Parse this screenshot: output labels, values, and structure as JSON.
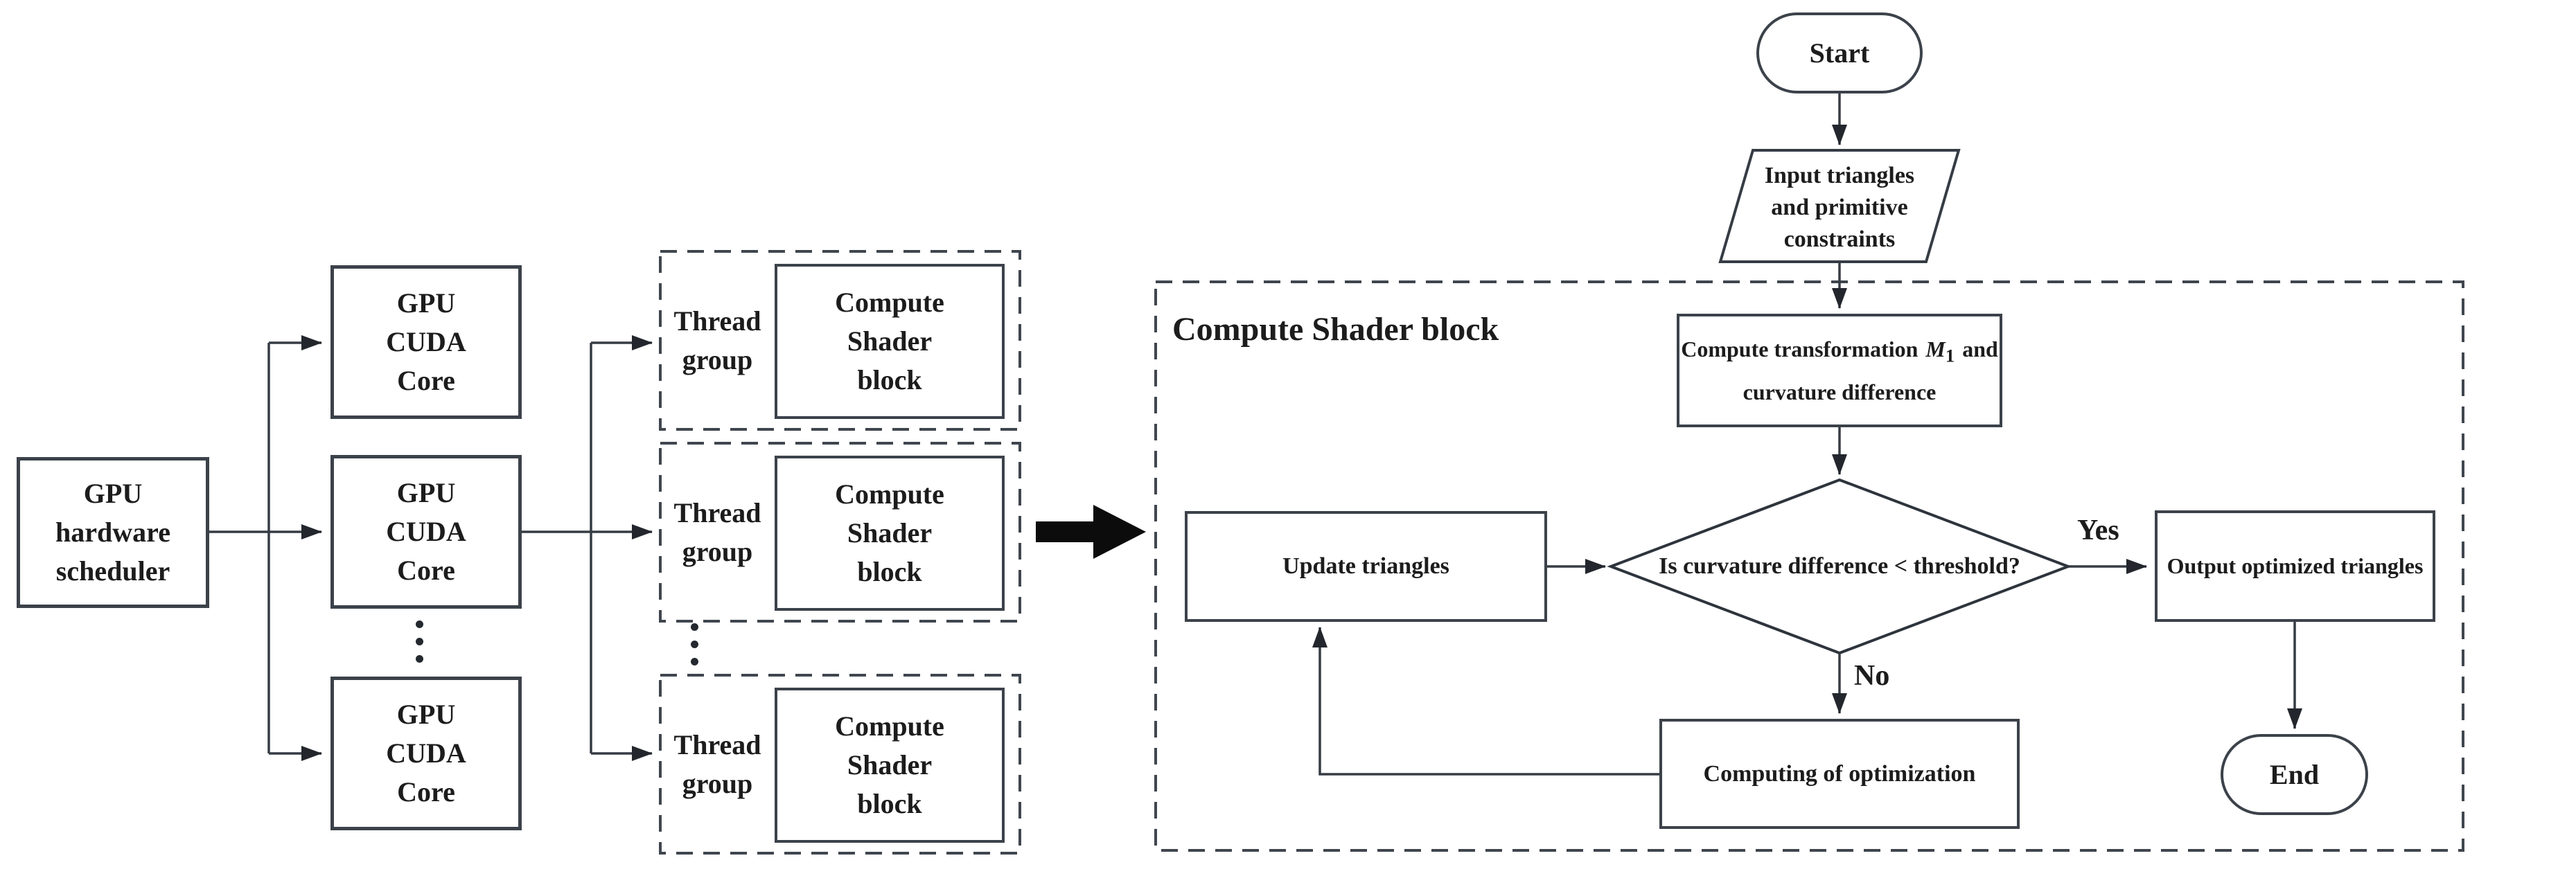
{
  "colors": {
    "stroke": "#363c44",
    "border": "#3c424a",
    "text": "#1c1c1c",
    "arrow_fill": "#23272d"
  },
  "left_diagram": {
    "scheduler": {
      "lines": [
        "GPU",
        "hardware",
        "scheduler"
      ]
    },
    "cuda_core": {
      "lines": [
        "GPU",
        "CUDA",
        "Core"
      ]
    },
    "thread_group": {
      "lines": [
        "Thread",
        "group"
      ]
    },
    "shader_block": {
      "lines": [
        "Compute",
        "Shader",
        "block"
      ]
    }
  },
  "flowchart": {
    "container_label": "Compute Shader block",
    "start_label": "Start",
    "input": {
      "lines": [
        "Input triangles",
        "and primitive",
        "constraints"
      ]
    },
    "compute_step": {
      "line1_pre": "Compute transformation",
      "var_name": "M",
      "var_sub": "1",
      "line1_post": "and",
      "line2": "curvature difference"
    },
    "decision_question": "Is curvature difference < threshold?",
    "yes_label": "Yes",
    "no_label": "No",
    "update_step": "Update triangles",
    "output_step": "Output optimized triangles",
    "computing_step": "Computing of optimization",
    "end_label": "End"
  }
}
